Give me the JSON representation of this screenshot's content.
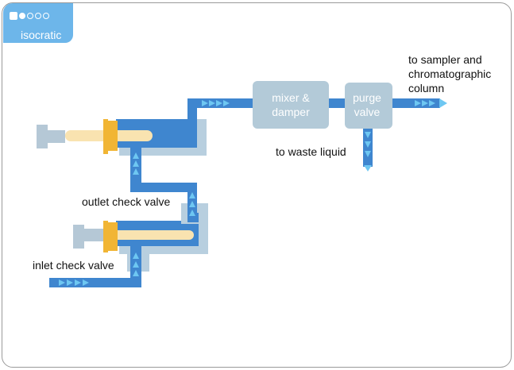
{
  "mode_tab": {
    "label": "isocratic"
  },
  "components": {
    "mixer": [
      "mixer &",
      "damper"
    ],
    "purge": [
      "purge",
      "valve"
    ]
  },
  "labels": {
    "sampler": [
      "to sampler and",
      "chromatographic",
      "column"
    ],
    "waste": "to waste liquid",
    "outlet_valve": "outlet check valve",
    "inlet_valve": "inlet check valve"
  },
  "colors": {
    "pipe": "#3f86cf",
    "housing": "#b8cfdf",
    "component_box": "#b3cad8",
    "arrow": "#6ec7f2",
    "plunger": "#f9e3b0",
    "seal": "#f1b534",
    "tab": "#6db6ea"
  }
}
